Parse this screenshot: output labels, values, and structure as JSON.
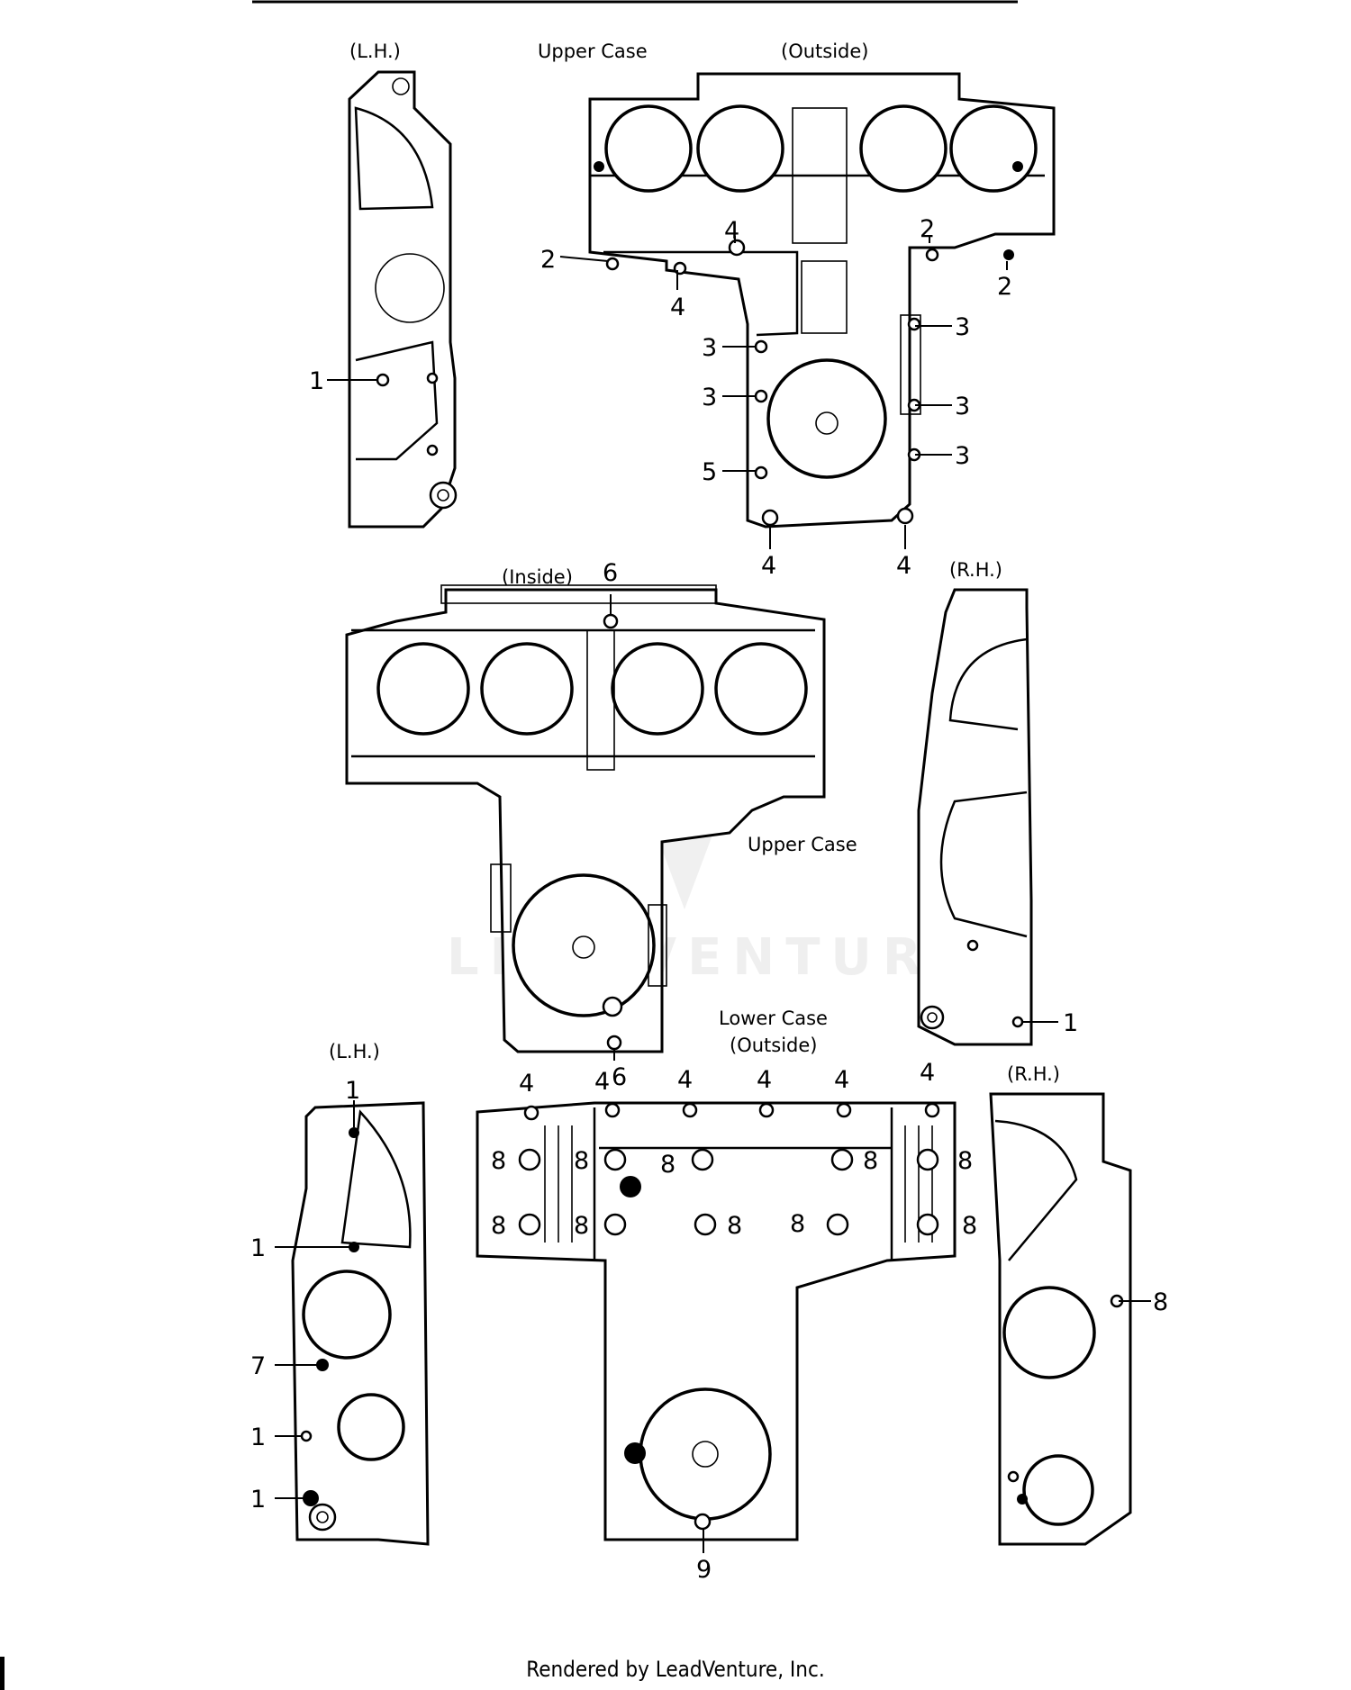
{
  "labels": {
    "lh_top": "(L.H.)",
    "upper_case_top": "Upper  Case",
    "outside_top": "(Outside)",
    "inside": "(Inside)",
    "rh_mid": "(R.H.)",
    "upper_case_mid": "Upper  Case",
    "lower_case": "Lower  Case",
    "lower_outside": "(Outside)",
    "lh_bottom": "(L.H.)",
    "rh_bottom": "(R.H.)"
  },
  "watermark": "LEADVENTURE",
  "footer": "Rendered by LeadVenture, Inc.",
  "callouts": {
    "c1_lh_top": "1",
    "c2_left": "2",
    "c4_a": "4",
    "c4_b": "4",
    "c2_right_a": "2",
    "c2_right_b": "2",
    "c3_right_a": "3",
    "c3_left_a": "3",
    "c3_left_b": "3",
    "c3_right_b": "3",
    "c3_right_c": "3",
    "c5": "5",
    "c4_bottom_a": "4",
    "c4_bottom_b": "4",
    "c6_top": "6",
    "c6_bottom": "6",
    "c1_rh_mid": "1",
    "c4_l1": "4",
    "c4_l2": "4",
    "c4_l3": "4",
    "c4_l4": "4",
    "c4_l5": "4",
    "c4_l6": "4",
    "c8_a": "8",
    "c8_b": "8",
    "c8_c": "8",
    "c8_d": "8",
    "c8_e": "8",
    "c8_f": "8",
    "c8_g": "8",
    "c8_h": "8",
    "c8_i": "8",
    "c8_j": "8",
    "c8_rh": "8",
    "c9": "9",
    "c1_lhb_a": "1",
    "c1_lhb_b": "1",
    "c7": "7",
    "c1_lhb_c": "1",
    "c1_lhb_d": "1"
  }
}
